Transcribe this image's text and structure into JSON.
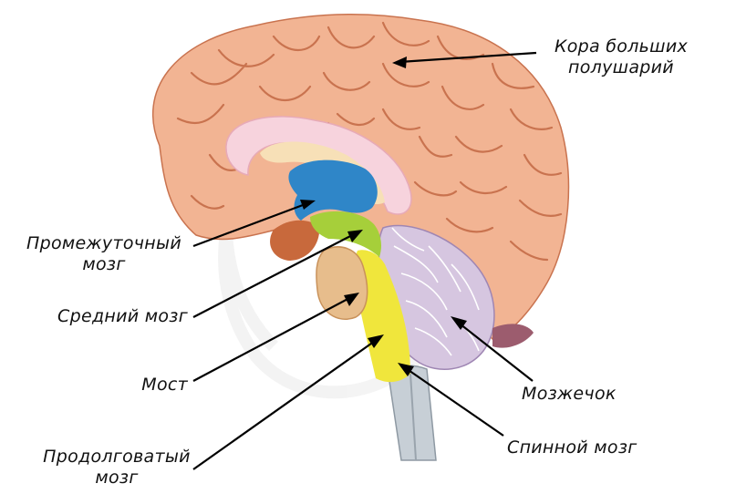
{
  "labels": {
    "cortex_line1": "Кора больших",
    "cortex_line2": "полушарий",
    "diencephalon_line1": "Промежуточный",
    "diencephalon_line2": "мозг",
    "midbrain": "Средний мозг",
    "pons": "Мост",
    "medulla_line1": "Продолговатый",
    "medulla_line2": "мозг",
    "cerebellum": "Мозжечок",
    "spinal_cord": "Спинной мозг"
  },
  "colors": {
    "cortex": "#f2b493",
    "cortex_dark": "#c9734f",
    "corpus_callosum": "#f7d3dd",
    "ventricle": "#f7e0b7",
    "diencephalon": "#2f86c8",
    "midbrain": "#a6cf3a",
    "pons": "#e7bd8c",
    "medulla": "#f0e63c",
    "cerebellum": "#d6c6e0",
    "spinal_cord": "#c7cfd6",
    "leader_line": "#000000"
  }
}
